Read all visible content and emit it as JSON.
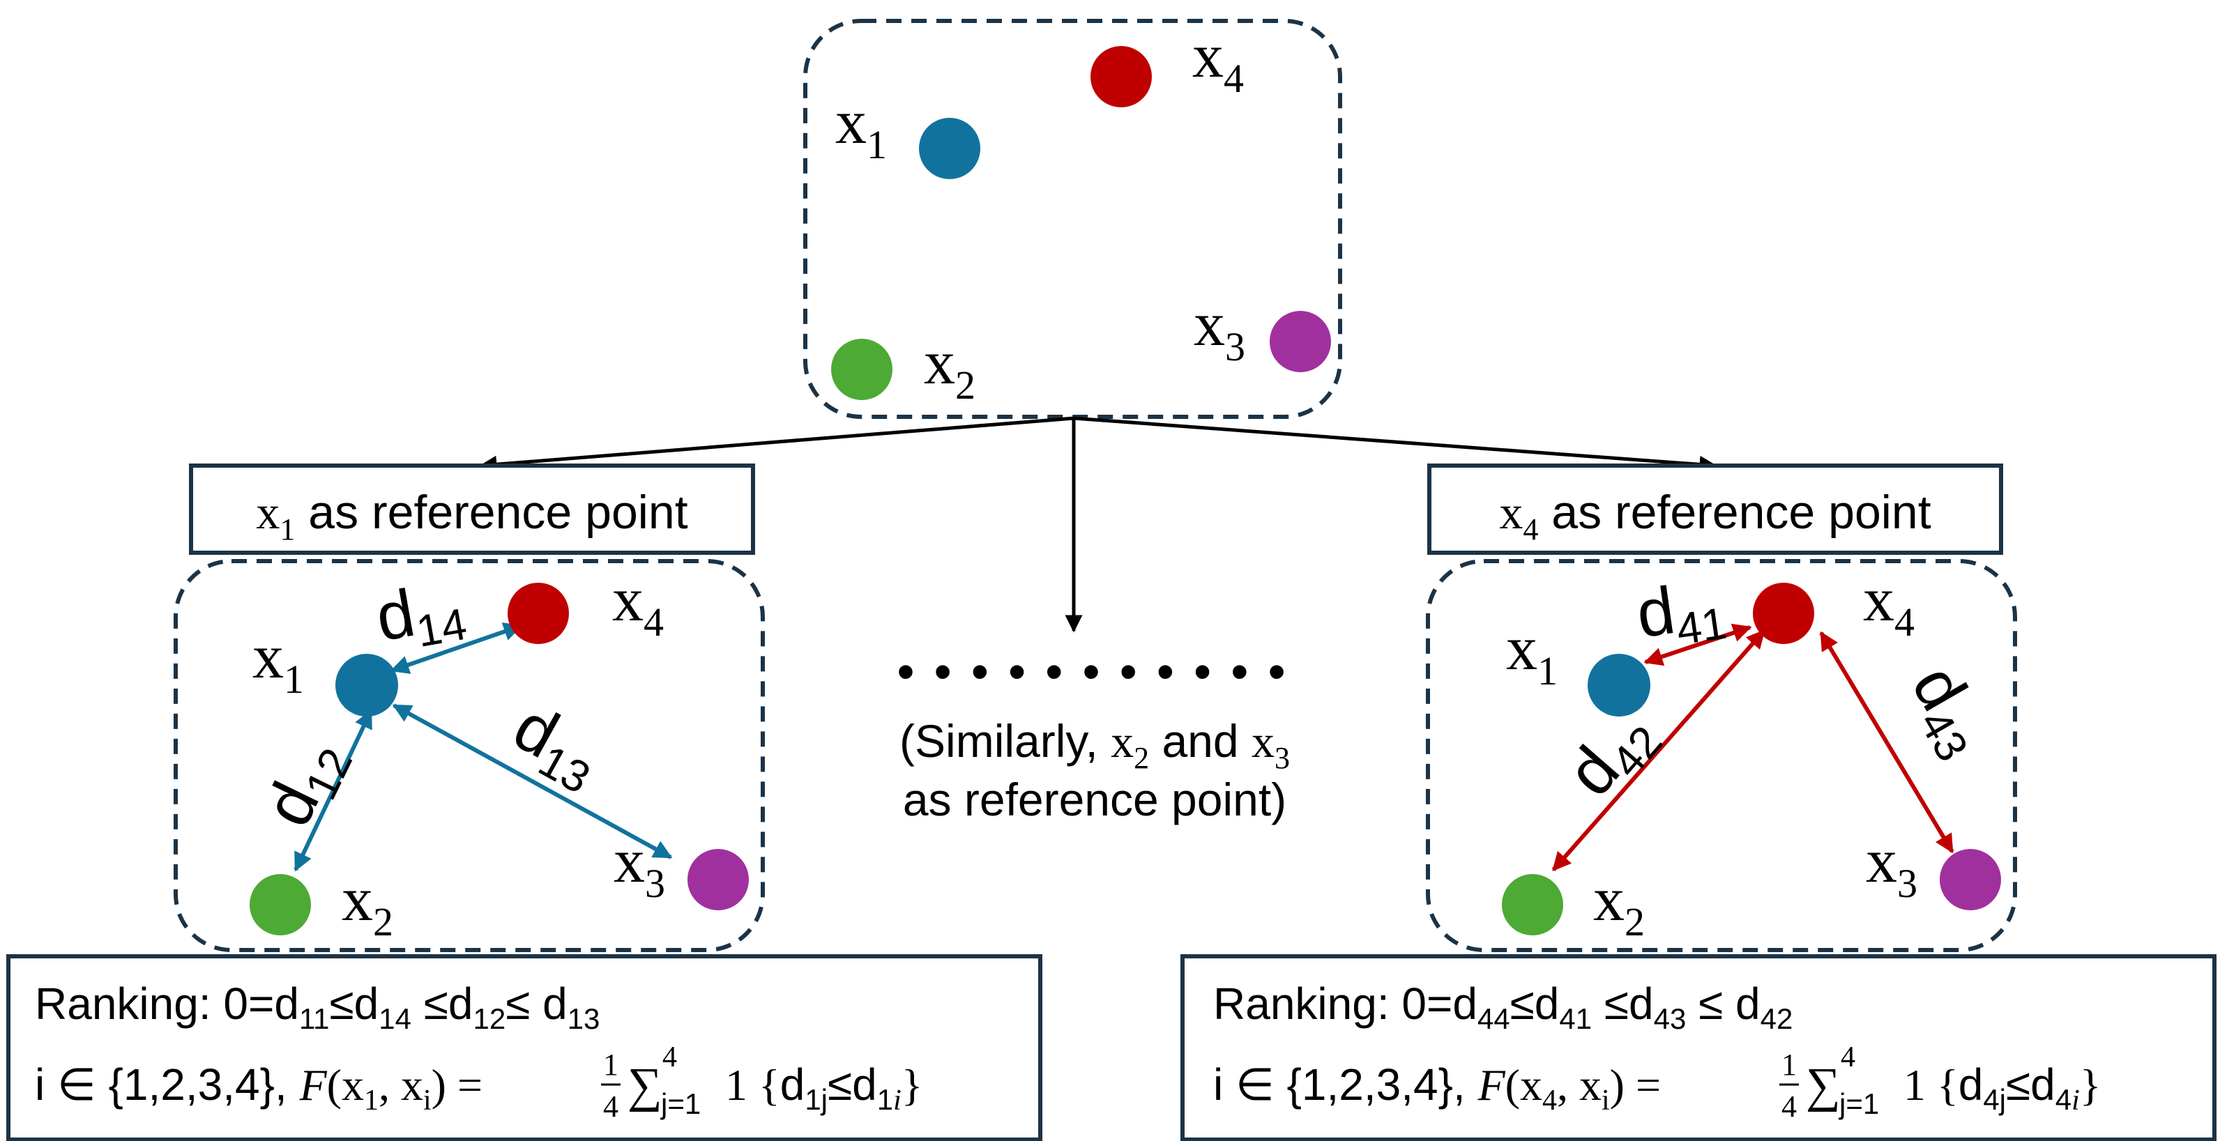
{
  "colors": {
    "blue": "#11739d",
    "red": "#c00000",
    "purple": "#a0309e",
    "green": "#4daa35",
    "frame": "#1c3346",
    "arrow": "#000000"
  },
  "top_panel": {
    "x1": {
      "base": "x",
      "sub": "1"
    },
    "x2": {
      "base": "x",
      "sub": "2"
    },
    "x3": {
      "base": "x",
      "sub": "3"
    },
    "x4": {
      "base": "x",
      "sub": "4"
    }
  },
  "left_branch": {
    "header": {
      "var": "x",
      "sub": "1",
      "text": " as reference point"
    },
    "labels": {
      "x1": {
        "base": "x",
        "sub": "1"
      },
      "x2": {
        "base": "x",
        "sub": "2"
      },
      "x3": {
        "base": "x",
        "sub": "3"
      },
      "x4": {
        "base": "x",
        "sub": "4"
      }
    },
    "distances": {
      "d14": {
        "base": "d",
        "sub": "14"
      },
      "d12": {
        "base": "d",
        "sub": "12"
      },
      "d13": {
        "base": "d",
        "sub": "13"
      }
    },
    "ranking": {
      "prefix": "Ranking: 0=",
      "terms": [
        {
          "d": "d",
          "sub": "11",
          "op": "≤"
        },
        {
          "d": "d",
          "sub": "14",
          "op": " ≤"
        },
        {
          "d": "d",
          "sub": "12",
          "op": "≤ "
        },
        {
          "d": "d",
          "sub": "13",
          "op": ""
        }
      ]
    },
    "formula": {
      "prefix": "i ∈ {1,2,3,4}, ",
      "F": "F",
      "open": "(x",
      "ref_sub": "1",
      "comma": ", x",
      "i_sub": "i",
      "close": ") =",
      "frac_num": "1",
      "frac_den": "4",
      "sum": "∑",
      "sum_sup": "4",
      "sum_sub": "j=1",
      "one": "1 {",
      "d1": "d",
      "d1_sub": "1j",
      "leq": "≤",
      "d2": "d",
      "d2_sub": "1",
      "d2_sub_i": "i",
      "end": "}"
    }
  },
  "middle": {
    "dots": "• • • • • • • • • • •",
    "line1_pre": "(Similarly, ",
    "line1_x2": "x",
    "line1_x2_sub": "2",
    "line1_and": " and ",
    "line1_x3": "x",
    "line1_x3_sub": "3",
    "line2": "as reference point)"
  },
  "right_branch": {
    "header": {
      "var": "x",
      "sub": "4",
      "text": " as reference point"
    },
    "labels": {
      "x1": {
        "base": "x",
        "sub": "1"
      },
      "x2": {
        "base": "x",
        "sub": "2"
      },
      "x3": {
        "base": "x",
        "sub": "3"
      },
      "x4": {
        "base": "x",
        "sub": "4"
      }
    },
    "distances": {
      "d41": {
        "base": "d",
        "sub": "41"
      },
      "d42": {
        "base": "d",
        "sub": "42"
      },
      "d43": {
        "base": "d",
        "sub": "43"
      }
    },
    "ranking": {
      "prefix": "Ranking: 0=",
      "terms": [
        {
          "d": "d",
          "sub": "44",
          "op": "≤"
        },
        {
          "d": "d",
          "sub": "41",
          "op": " ≤"
        },
        {
          "d": "d",
          "sub": "43",
          "op": " ≤ "
        },
        {
          "d": "d",
          "sub": "42",
          "op": ""
        }
      ]
    },
    "formula": {
      "prefix": "i ∈ {1,2,3,4}, ",
      "F": "F",
      "open": "(x",
      "ref_sub": "4",
      "comma": ", x",
      "i_sub": "i",
      "close": ") =",
      "frac_num": "1",
      "frac_den": "4",
      "sum": "∑",
      "sum_sup": "4",
      "sum_sub": "j=1",
      "one": "1 {",
      "d1": "d",
      "d1_sub": "4j",
      "leq": "≤",
      "d2": "d",
      "d2_sub": "4",
      "d2_sub_i": "i",
      "end": "}"
    }
  }
}
